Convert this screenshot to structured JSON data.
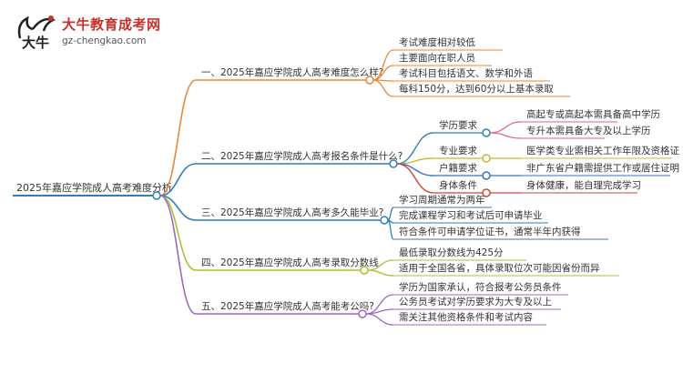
{
  "logo": {
    "mark_text": "大牛",
    "title": "大牛教育成考网",
    "url": "gz-chengkao.com"
  },
  "root": {
    "label": "2025年嘉应学院成人高考难度分析"
  },
  "branches": [
    {
      "label": "一、2025年嘉应学院成人高考难度怎么样?",
      "color": "#e8873a",
      "children": [
        {
          "label": "考试难度相对较低"
        },
        {
          "label": "主要面向在职人员"
        },
        {
          "label": "考试科目包括语文、数学和外语"
        },
        {
          "label": "每科150分，达到60分以上基本录取"
        }
      ]
    },
    {
      "label": "二、2025年嘉应学院成人高考报名条件是什么?",
      "color": "#2f7fb8",
      "children": [
        {
          "label": "学历要求",
          "color": "#2f7fb8",
          "children": [
            {
              "label": "高起专或高起本需具备高中学历",
              "color": "#e0607e"
            },
            {
              "label": "专升本需具备大专及以上学历",
              "color": "#e0607e"
            }
          ]
        },
        {
          "label": "专业要求",
          "color": "#c9b82f",
          "children": [
            {
              "label": "医学类专业需相关工作年限及资格证",
              "color": "#c9b82f"
            }
          ]
        },
        {
          "label": "户籍要求",
          "color": "#3a6fc4",
          "children": [
            {
              "label": "非广东省户籍需提供工作或居住证明",
              "color": "#3a6fc4"
            }
          ]
        },
        {
          "label": "身体条件",
          "color": "#d0442f",
          "children": [
            {
              "label": "身体健康，能自理完成学习",
              "color": "#d0442f"
            }
          ]
        }
      ]
    },
    {
      "label": "三、2025年嘉应学院成人高考多久能毕业?",
      "color": "#2f7fb8",
      "children": [
        {
          "label": "学习周期通常为两年"
        },
        {
          "label": "完成课程学习和考试后可申请毕业"
        },
        {
          "label": "符合条件可申请学位证书，通常半年内获得"
        }
      ]
    },
    {
      "label": "四、2025年嘉应学院成人高考录取分数线",
      "color": "#a8c03a",
      "children": [
        {
          "label": "最低录取分数线为425分"
        },
        {
          "label": "适用于全国各省，具体录取位次可能因省份而异"
        }
      ]
    },
    {
      "label": "五、2025年嘉应学院成人高考能考公吗?",
      "color": "#a067c2",
      "children": [
        {
          "label": "学历为国家承认，符合报考公务员条件"
        },
        {
          "label": "公务员考试对学历要求为大专及以上"
        },
        {
          "label": "需关注其他资格条件和考试内容"
        }
      ]
    }
  ]
}
